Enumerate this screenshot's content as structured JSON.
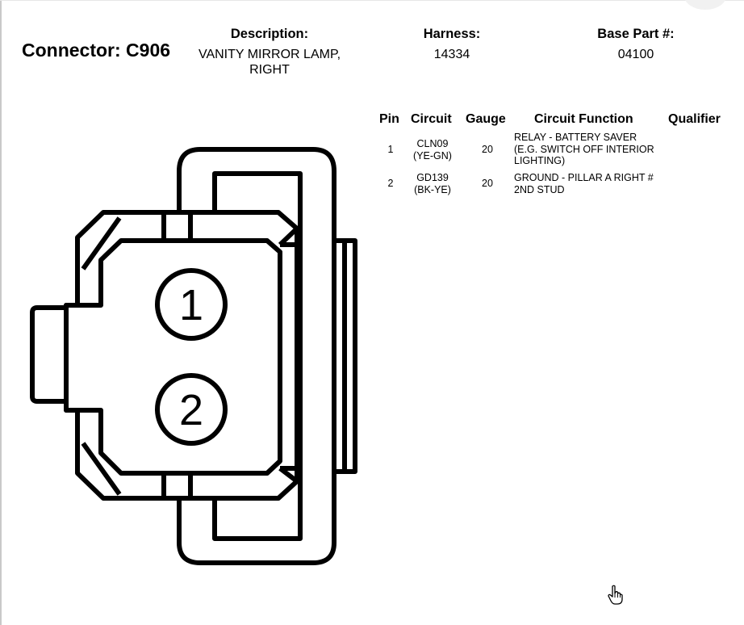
{
  "connector": {
    "label": "Connector: C906",
    "description_header": "Description:",
    "description_line1": "VANITY MIRROR LAMP,",
    "description_line2": "RIGHT",
    "harness_header": "Harness:",
    "harness": "14334",
    "base_part_header": "Base Part #:",
    "base_part": "04100"
  },
  "pin_table": {
    "headers": [
      "Pin",
      "Circuit",
      "Gauge",
      "Circuit Function",
      "Qualifier"
    ],
    "rows": [
      {
        "pin": "1",
        "circuit_line1": "CLN09",
        "circuit_line2": "(YE-GN)",
        "gauge": "20",
        "function_line1": "RELAY - BATTERY SAVER",
        "function_line2": "(E.G. SWITCH OFF INTERIOR",
        "function_line3": "LIGHTING)",
        "qualifier": ""
      },
      {
        "pin": "2",
        "circuit_line1": "GD139",
        "circuit_line2": "(BK-YE)",
        "gauge": "20",
        "function_line1": "GROUND - PILLAR A RIGHT #",
        "function_line2": "2ND STUD",
        "function_line3": "",
        "qualifier": ""
      }
    ]
  },
  "diagram": {
    "pin_labels": [
      "1",
      "2"
    ]
  },
  "icons": {
    "cursor": "hand-pointer-icon"
  }
}
